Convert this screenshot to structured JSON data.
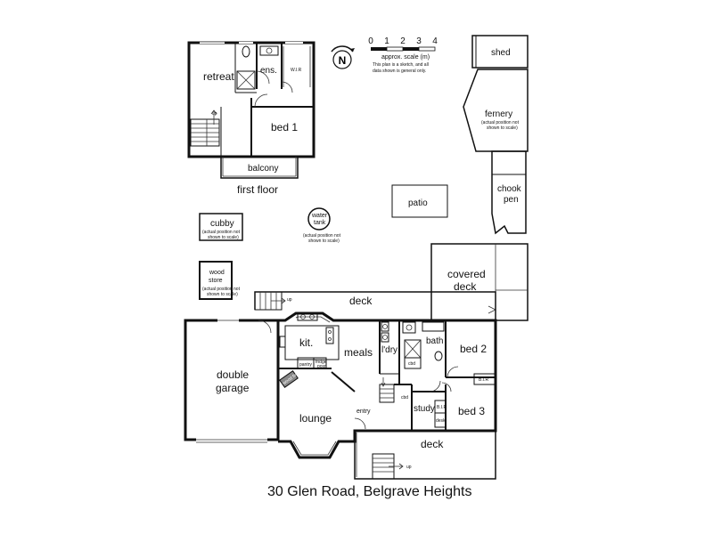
{
  "title": "30 Glen Road, Belgrave Heights",
  "scale": {
    "ticks": [
      "0",
      "1",
      "2",
      "3",
      "4"
    ],
    "label": "approx. scale (m)",
    "note_line1": "This plan is a sketch, and all",
    "note_line2": "data shown is general only."
  },
  "compass": "N",
  "first_floor": {
    "label": "first floor",
    "rooms": {
      "retreat": "retreat",
      "ens": "ens.",
      "wir": "W.I.R",
      "bed1": "bed 1",
      "balcony": "balcony",
      "up": "up"
    }
  },
  "outbuildings": {
    "shed": "shed",
    "fernery": "fernery",
    "fernery_note1": "(actual position not",
    "fernery_note2": "shown to scale)",
    "chook_pen_1": "chook",
    "chook_pen_2": "pen",
    "patio": "patio",
    "cubby": "cubby",
    "cubby_note1": "(actual position not",
    "cubby_note2": "shown to scale)",
    "water_tank_1": "water",
    "water_tank_2": "tank",
    "water_note1": "(actual position not",
    "water_note2": "shown to scale)",
    "wood_store_1": "wood",
    "wood_store_2": "store",
    "wood_note1": "(actual position not",
    "wood_note2": "shown to scale)",
    "covered_deck_1": "covered",
    "covered_deck_2": "deck"
  },
  "ground_floor": {
    "deck_top": "deck",
    "up_top": "up",
    "kit": "kit.",
    "pantry": "pantry",
    "fridge_1": "fridge",
    "fridge_2": "posn",
    "meals": "meals",
    "ldry": "l'dry",
    "bath": "bath",
    "cbd1": "cbd",
    "bed2": "bed 2",
    "bir_bed2": "B.I.R",
    "double_garage_1": "double",
    "double_garage_2": "garage",
    "wood_fire": "wood fire",
    "lounge": "lounge",
    "entry": "entry",
    "cbd2": "cbd",
    "study": "study",
    "bir_bed3": "B.I.R",
    "desk": "desk",
    "bed3": "bed 3",
    "deck_bottom": "deck",
    "up_bottom": "up"
  }
}
